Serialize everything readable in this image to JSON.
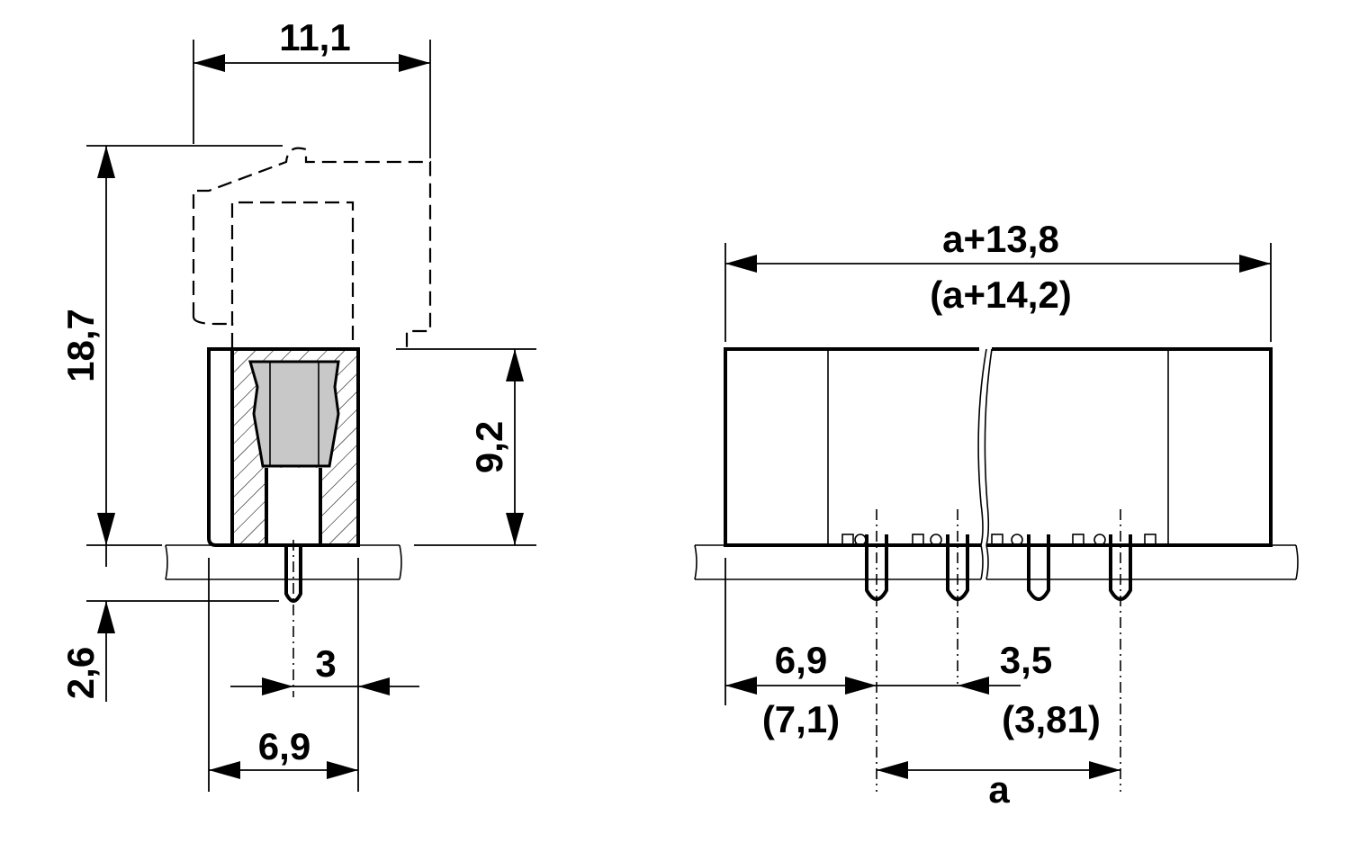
{
  "side_view": {
    "width": "11,1",
    "total_height": "18,7",
    "body_height": "9,2",
    "pin_length": "2,6",
    "pin_offset": "3",
    "base_width": "6,9"
  },
  "front_view": {
    "overall_width": "a+13,8",
    "overall_width_alt": "(a+14,2)",
    "edge_to_pin": "6,9",
    "edge_to_pin_alt": "(7,1)",
    "pin_pitch": "3,5",
    "pin_pitch_alt": "(3,81)",
    "pin_span": "a"
  }
}
